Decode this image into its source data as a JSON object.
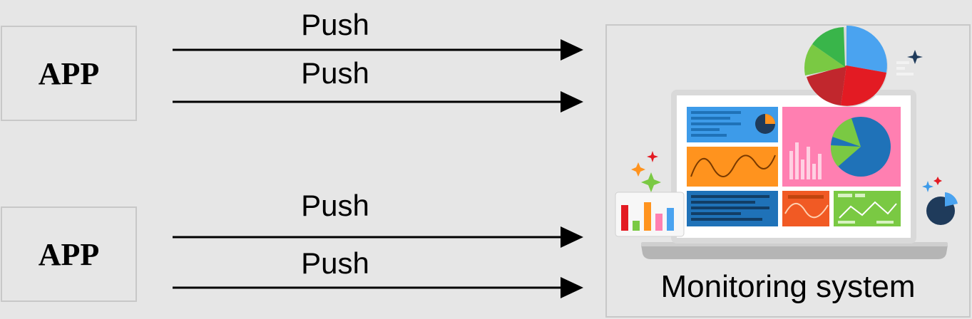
{
  "apps": [
    {
      "label": "APP"
    },
    {
      "label": "APP"
    }
  ],
  "arrows": [
    {
      "label": "Push"
    },
    {
      "label": "Push"
    },
    {
      "label": "Push"
    },
    {
      "label": "Push"
    }
  ],
  "monitor": {
    "label": "Monitoring system",
    "illustration": "laptop-dashboard-illustration"
  },
  "colors": {
    "background": "#e6e6e6",
    "box_border": "#c8c8c8",
    "arrow": "#000000",
    "pink": "#ff7fb1",
    "orange": "#ff931e",
    "blue": "#1f72b8",
    "green": "#7ac943",
    "red": "#e31b23"
  }
}
